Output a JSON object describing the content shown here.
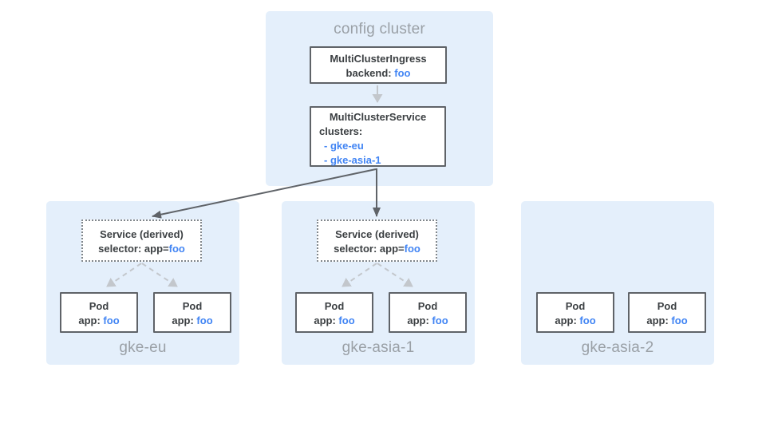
{
  "config_cluster": {
    "label": "config cluster",
    "ingress": {
      "title": "MultiClusterIngress",
      "backend_prefix": "backend: ",
      "backend_value": "foo"
    },
    "service": {
      "title": "MultiClusterService",
      "clusters_label": "clusters:",
      "cluster_items": [
        "- gke-eu",
        "- gke-asia-1"
      ]
    }
  },
  "clusters": [
    {
      "label": "gke-eu",
      "service": {
        "title": "Service (derived)",
        "selector_prefix": "selector: app=",
        "selector_value": "foo"
      },
      "pods": [
        {
          "title": "Pod",
          "app_prefix": "app: ",
          "app_value": "foo"
        },
        {
          "title": "Pod",
          "app_prefix": "app: ",
          "app_value": "foo"
        }
      ]
    },
    {
      "label": "gke-asia-1",
      "service": {
        "title": "Service (derived)",
        "selector_prefix": "selector: app=",
        "selector_value": "foo"
      },
      "pods": [
        {
          "title": "Pod",
          "app_prefix": "app: ",
          "app_value": "foo"
        },
        {
          "title": "Pod",
          "app_prefix": "app: ",
          "app_value": "foo"
        }
      ]
    },
    {
      "label": "gke-asia-2",
      "pods": [
        {
          "title": "Pod",
          "app_prefix": "app: ",
          "app_value": "foo"
        },
        {
          "title": "Pod",
          "app_prefix": "app: ",
          "app_value": "foo"
        }
      ]
    }
  ],
  "colors": {
    "panel_blue": "#e4effb",
    "box_border_gray": "#5f6368",
    "dotted_border_gray": "#80868b",
    "text_dark": "#3c4043",
    "label_muted_gray": "#9aa0a6",
    "accent_blue": "#4285f4",
    "arrow_dark": "#5f6368",
    "arrow_light": "#c3c7cc"
  }
}
